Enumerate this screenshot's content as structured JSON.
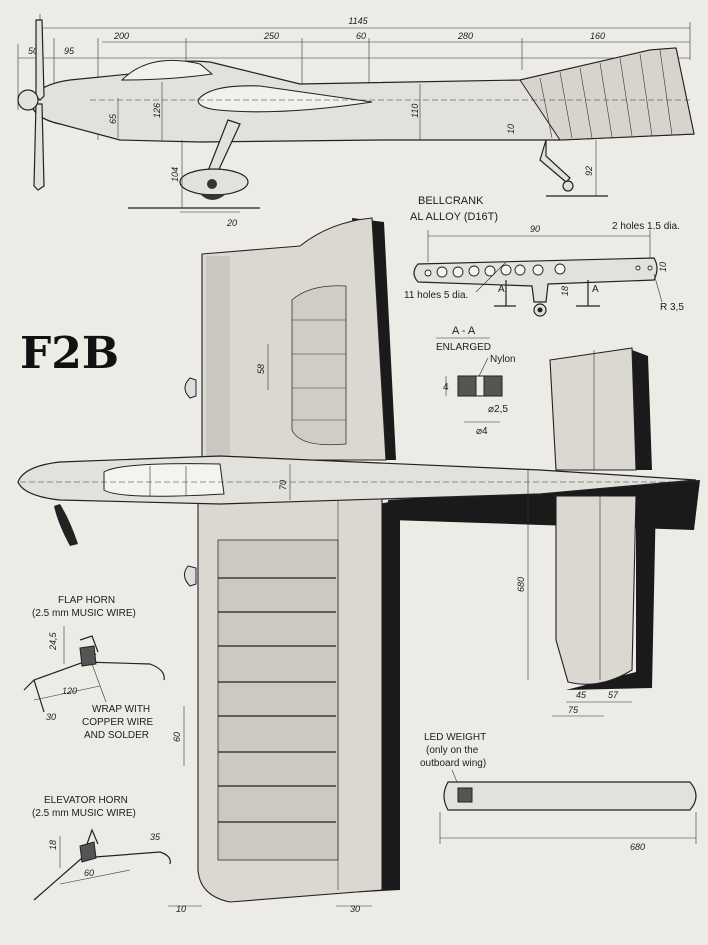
{
  "title": "F2B",
  "side_view": {
    "dims": {
      "overall": "1145",
      "nose": "50",
      "d95": "95",
      "d200": "200",
      "d250": "250",
      "d60": "60",
      "d280": "280",
      "d160": "160",
      "h65": "65",
      "h126": "126",
      "h110": "110",
      "h10": "10",
      "h104": "104",
      "h92": "92",
      "w20": "20"
    }
  },
  "bellcrank": {
    "title_line1": "BELLCRANK",
    "title_line2": "AL ALLOY (D16T)",
    "d90": "90",
    "holes_small": "2 holes 1.5 dia.",
    "holes_big": "11 holes 5 dia.",
    "h10": "10",
    "h18": "18",
    "radius": "R 3,5",
    "section_mark": "A"
  },
  "section_aa": {
    "title": "A - A",
    "subtitle": "ENLARGED",
    "material": "Nylon",
    "h4": "4",
    "d25": "⌀2,5",
    "d4": "⌀4"
  },
  "plan_view": {
    "d58": "58",
    "d70": "70",
    "d680": "680",
    "d60": "60",
    "d45": "45",
    "d57": "57",
    "d75": "75",
    "d10": "10",
    "d30": "30"
  },
  "flap_horn": {
    "title_line1": "FLAP HORN",
    "title_line2": "(2.5 mm MUSIC WIRE)",
    "d245": "24,5",
    "d120": "120",
    "d30": "30",
    "note_line1": "WRAP WITH",
    "note_line2": "COPPER WIRE",
    "note_line3": "AND SOLDER"
  },
  "elevator_horn": {
    "title_line1": "ELEVATOR HORN",
    "title_line2": "(2.5 mm MUSIC WIRE)",
    "d18": "18",
    "d35": "35",
    "d60": "60"
  },
  "lead_weight": {
    "title_line1": "LED WEIGHT",
    "title_line2": "(only on the",
    "title_line3": "outboard wing)",
    "d680": "680"
  }
}
